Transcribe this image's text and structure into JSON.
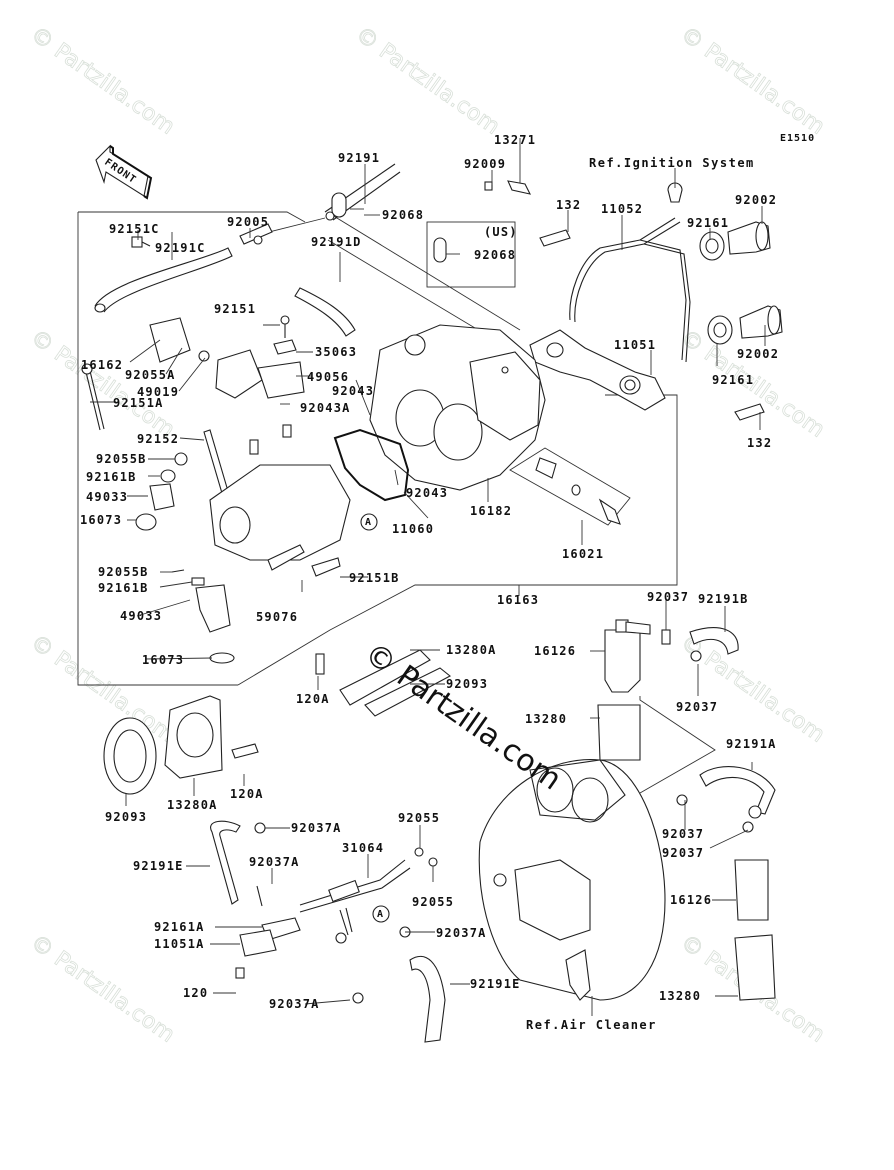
{
  "diagram": {
    "title_code": "E1510",
    "front_arrow_text": "FRONT",
    "watermark_text": "© Partzilla.com",
    "references": {
      "ignition": "Ref.Ignition System",
      "air_cleaner": "Ref.Air Cleaner"
    },
    "us_box_label": "(US)",
    "callout_marker": "A",
    "labels": {
      "l92191": "92191",
      "l13271": "13271",
      "l92009": "92009",
      "l92068a": "92068",
      "l92068b": "92068",
      "l132a": "132",
      "l132b": "132",
      "l11052": "11052",
      "l92161a": "92161",
      "l92161b": "92161",
      "l92002a": "92002",
      "l92002b": "92002",
      "l11051": "11051",
      "l92151C": "92151C",
      "l92191C": "92191C",
      "l92005": "92005",
      "l92191D": "92191D",
      "l92151": "92151",
      "l35063": "35063",
      "l16162": "16162",
      "l92055A": "92055A",
      "l49019": "49019",
      "l49056": "49056",
      "l92043a": "92043",
      "l92043A": "92043A",
      "l92151A": "92151A",
      "l92152": "92152",
      "l92055Ba": "92055B",
      "l92161Ba": "92161B",
      "l49033a": "49033",
      "l16073a": "16073",
      "l92043b": "92043",
      "l11060": "11060",
      "l16182": "16182",
      "l16021": "16021",
      "l92055Bb": "92055B",
      "l92161Bb": "92161B",
      "l49033b": "49033",
      "l16073b": "16073",
      "l59076": "59076",
      "l92151B": "92151B",
      "l16163": "16163",
      "l13280Aa": "13280A",
      "l92093a": "92093",
      "l120Aa": "120A",
      "l92037a": "92037",
      "l92191B": "92191B",
      "l16126a": "16126",
      "l92037b": "92037",
      "l13280a": "13280",
      "l92191A": "92191A",
      "l92093b": "92093",
      "l13280Ab": "13280A",
      "l120Ab": "120A",
      "l92037Aa": "92037A",
      "l92191Ea": "92191E",
      "l92037Ab": "92037A",
      "l31064": "31064",
      "l92055a": "92055",
      "l92055b": "92055",
      "l92161A": "92161A",
      "l11051A": "11051A",
      "l120": "120",
      "l92037Ac": "92037A",
      "l92037Ad": "92037A",
      "l92191Eb": "92191E",
      "l92037c": "92037",
      "l92037d": "92037",
      "l16126b": "16126",
      "l13280b": "13280"
    }
  }
}
